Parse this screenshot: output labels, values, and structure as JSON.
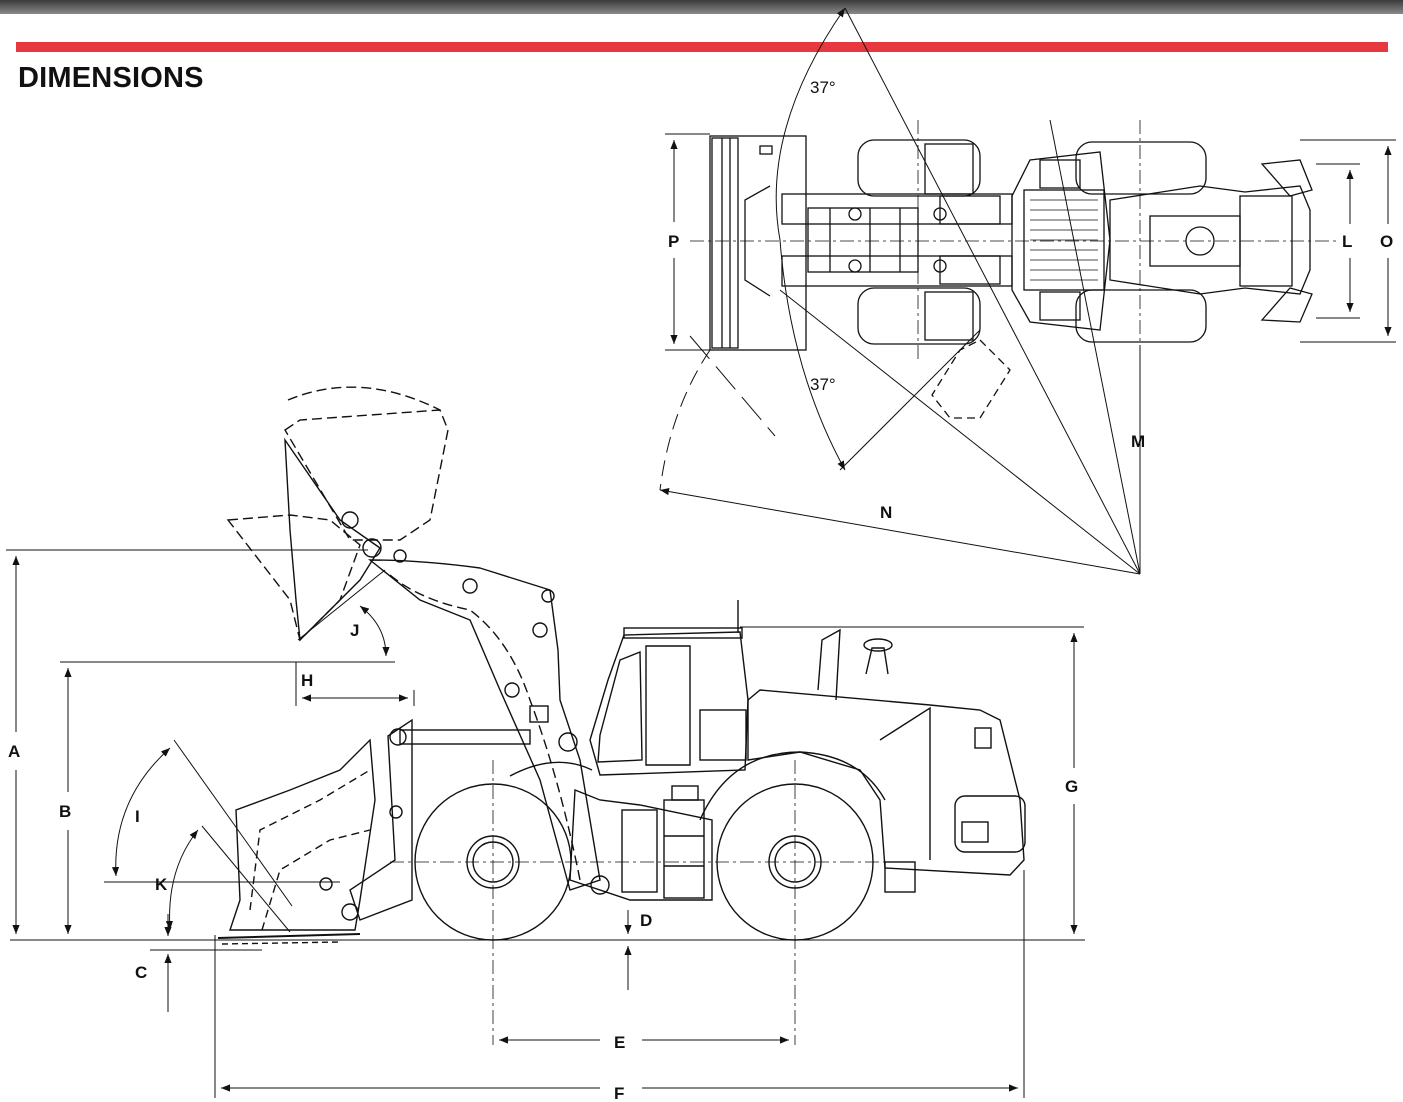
{
  "page": {
    "title": "DIMENSIONS"
  },
  "labels": {
    "A": "A",
    "B": "B",
    "C": "C",
    "D": "D",
    "E": "E",
    "F": "F",
    "G": "G",
    "H": "H",
    "I": "I",
    "J": "J",
    "K": "K",
    "L": "L",
    "M": "M",
    "N": "N",
    "O": "O",
    "P": "P"
  },
  "angles": {
    "top": "37°",
    "bottom": "37°"
  },
  "colors": {
    "accent_rule": "#e8383f",
    "line": "#111111"
  }
}
